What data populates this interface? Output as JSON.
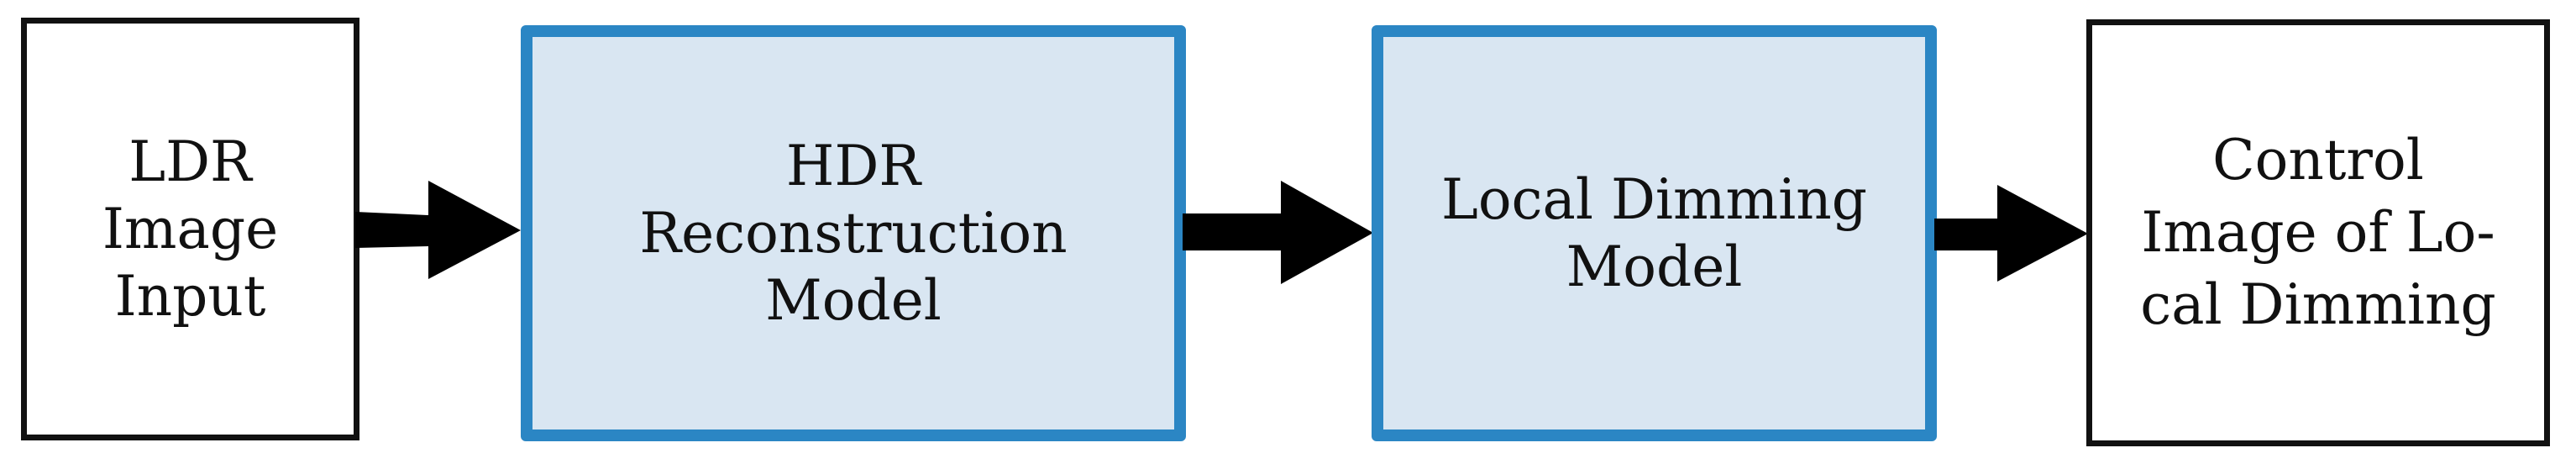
{
  "diagram": {
    "nodes": [
      {
        "id": "ldr-input",
        "lines": [
          "LDR",
          "Image",
          "Input"
        ],
        "style": "plain"
      },
      {
        "id": "hdr-model",
        "lines": [
          "HDR",
          "Reconstruction",
          "Model"
        ],
        "style": "model"
      },
      {
        "id": "dimming-model",
        "lines": [
          "Local Dimming",
          "Model"
        ],
        "style": "model"
      },
      {
        "id": "control-output",
        "lines": [
          "Control",
          "Image of Lo-",
          "cal Dimming"
        ],
        "style": "plain"
      }
    ],
    "edges": [
      {
        "from": "ldr-input",
        "to": "hdr-model"
      },
      {
        "from": "hdr-model",
        "to": "dimming-model"
      },
      {
        "from": "dimming-model",
        "to": "control-output"
      }
    ],
    "colors": {
      "model_fill": "#d9e6f2",
      "model_border": "#2b86c4",
      "plain_border": "#111111",
      "arrow": "#000000"
    }
  }
}
